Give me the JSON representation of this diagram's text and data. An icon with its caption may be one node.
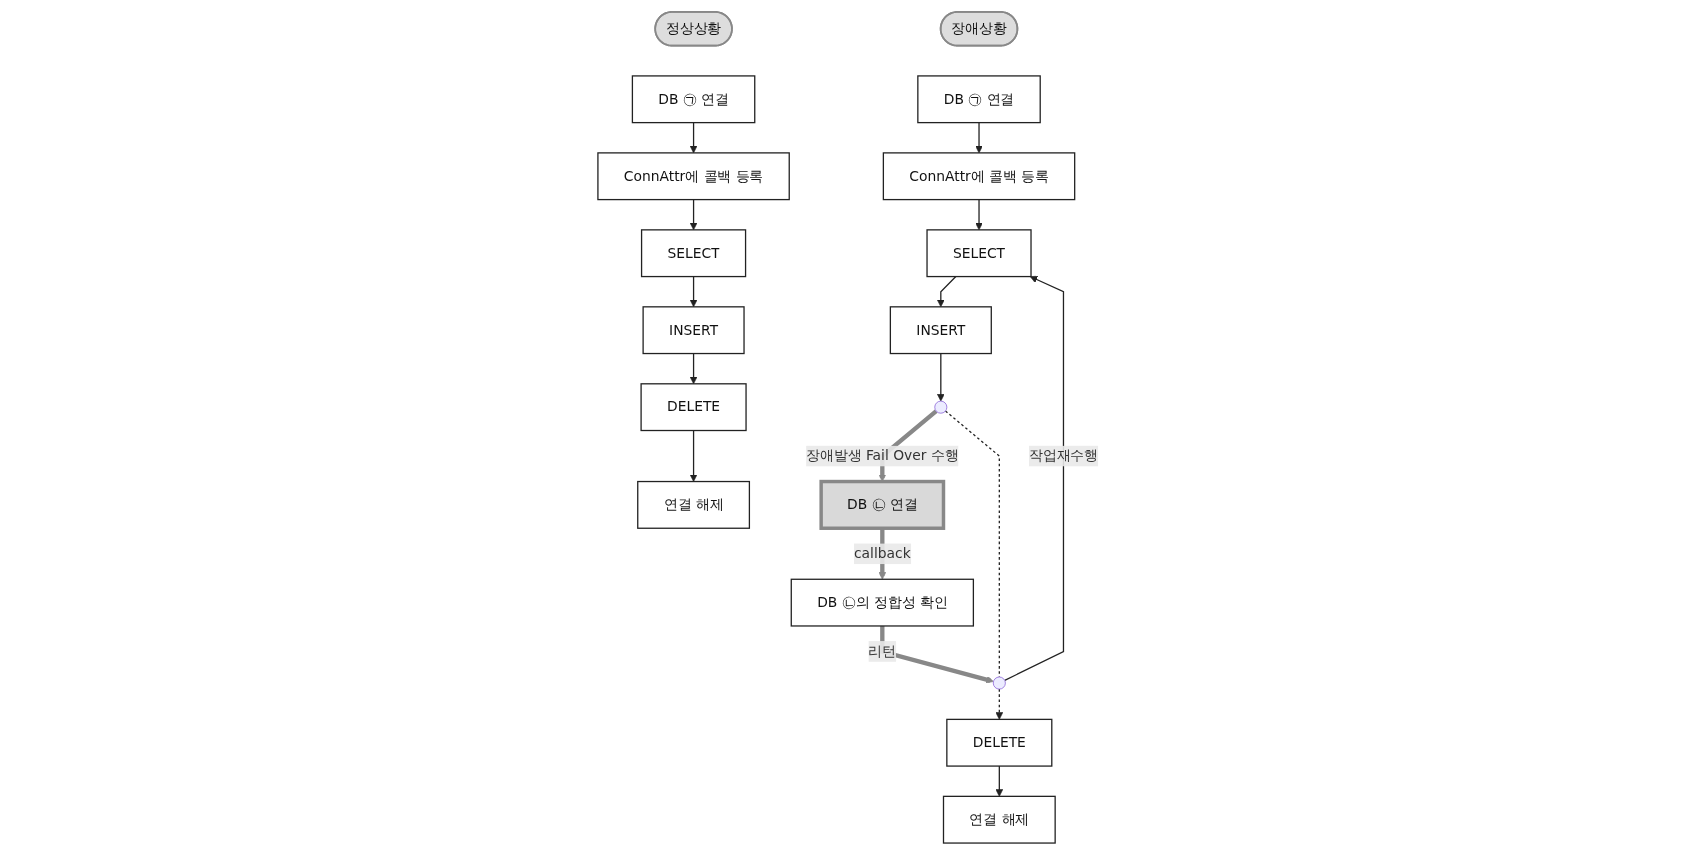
{
  "diagram": {
    "nodes": [
      {
        "text": [
          "정상상황"
        ]
      },
      {
        "text": [
          "DB ㉠ 연결"
        ]
      },
      {
        "text": [
          "ConnAttr에 콜백 등록"
        ]
      },
      {
        "text": [
          "SELECT"
        ]
      },
      {
        "text": [
          "INSERT"
        ]
      },
      {
        "text": [
          "DELETE"
        ]
      },
      {
        "text": [
          "연결 해제"
        ]
      },
      {
        "text": [
          "장애상황"
        ]
      },
      {
        "text": [
          "DB ㉠ 연결"
        ]
      },
      {
        "text": [
          "ConnAttr에 콜백 등록"
        ]
      },
      {
        "text": [
          "SELECT"
        ]
      },
      {
        "text": [
          "INSERT"
        ]
      },
      {
        "text": [],
        "shape": "circle"
      },
      {
        "text": [],
        "shape": "circle"
      },
      {
        "text": [
          "DELETE"
        ]
      },
      {
        "text": [
          "연결 해제"
        ]
      },
      {
        "text": [
          "DB ㉡ 연결"
        ]
      },
      {
        "text": [
          "DB ㉡의 정합성 확인"
        ]
      }
    ],
    "edges": [
      {
        "from": 1,
        "to": 2,
        "arrow": "to"
      },
      {
        "from": 2,
        "to": 3,
        "arrow": "to"
      },
      {
        "from": 3,
        "to": 4,
        "arrow": "to"
      },
      {
        "from": 4,
        "to": 5,
        "arrow": "to"
      },
      {
        "from": 5,
        "to": 6,
        "arrow": "to"
      },
      {
        "from": 8,
        "to": 9,
        "arrow": "to"
      },
      {
        "from": 9,
        "to": 10,
        "arrow": "to"
      },
      {
        "from": 10,
        "to": 11,
        "arrow": "to"
      },
      {
        "from": 11,
        "to": 12,
        "arrow": "to"
      },
      {
        "from": 12,
        "to": 16,
        "arrow": "to",
        "label": "장애발생 Fail Over 수행",
        "style": "thick",
        "color": "#888888"
      },
      {
        "from": 16,
        "to": 17,
        "arrow": "to",
        "label": "callback",
        "style": "thick",
        "color": "#888888"
      },
      {
        "from": 17,
        "to": 13,
        "arrow": "to",
        "label": "리턴",
        "style": "thick",
        "color": "#888888"
      },
      {
        "from": 12,
        "to": 13,
        "arrow": "none",
        "style": "dashed"
      },
      {
        "from": 13,
        "to": 10,
        "arrow": "to",
        "label": "작업재수행"
      },
      {
        "from": 13,
        "to": 14,
        "arrow": "to",
        "style": "dashed"
      },
      {
        "from": 14,
        "to": 15,
        "arrow": "to"
      }
    ]
  }
}
